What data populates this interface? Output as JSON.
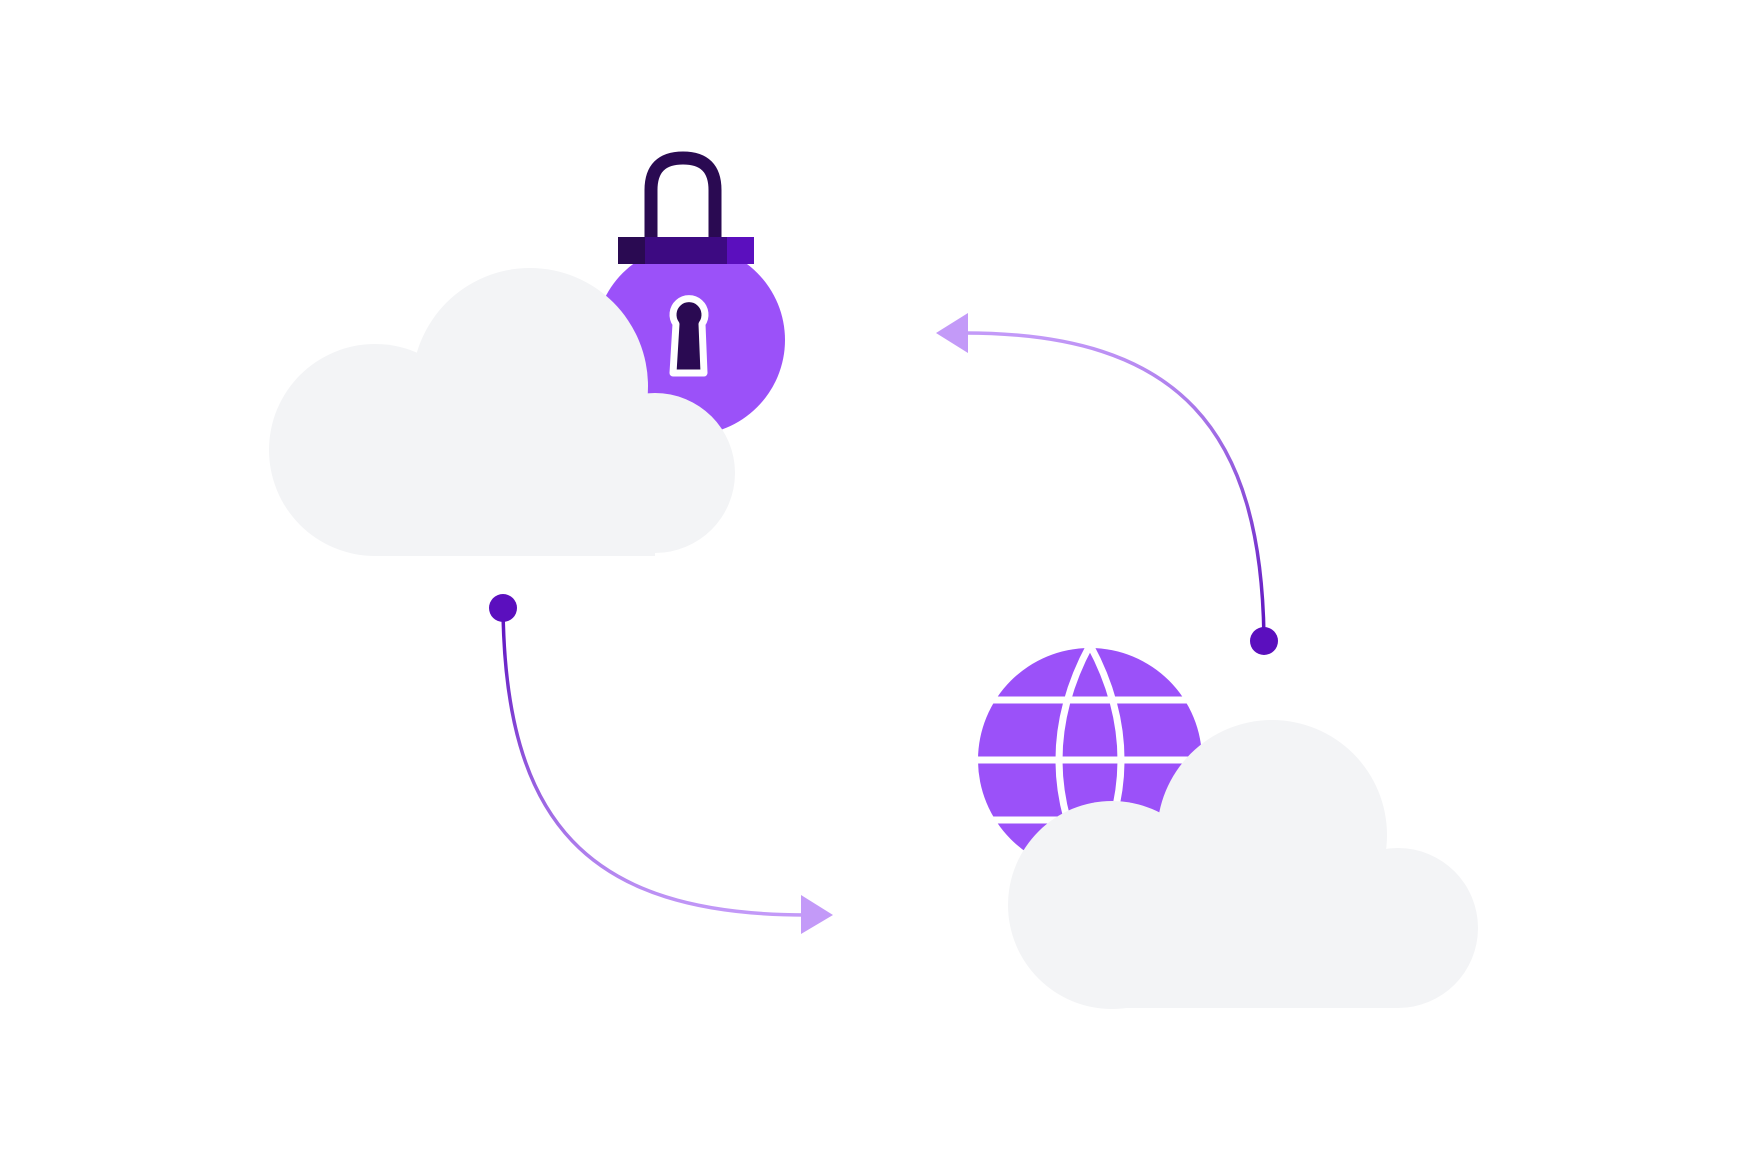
{
  "diagram": {
    "nodes": [
      {
        "id": "private-cloud",
        "shape": "cloud",
        "icon": "padlock-icon"
      },
      {
        "id": "public-cloud",
        "shape": "cloud",
        "icon": "globe-icon"
      }
    ],
    "edges": [
      {
        "from": "private-cloud",
        "to": "public-cloud",
        "label": ""
      },
      {
        "from": "public-cloud",
        "to": "private-cloud",
        "label": ""
      }
    ]
  },
  "colors": {
    "background": "#ffffff",
    "cloud": "#f3f4f6",
    "accent": "#9b51f9",
    "accent_light": "#c39af8",
    "accent_dark": "#5b0fbe",
    "deep_dark": "#2a0a52"
  }
}
